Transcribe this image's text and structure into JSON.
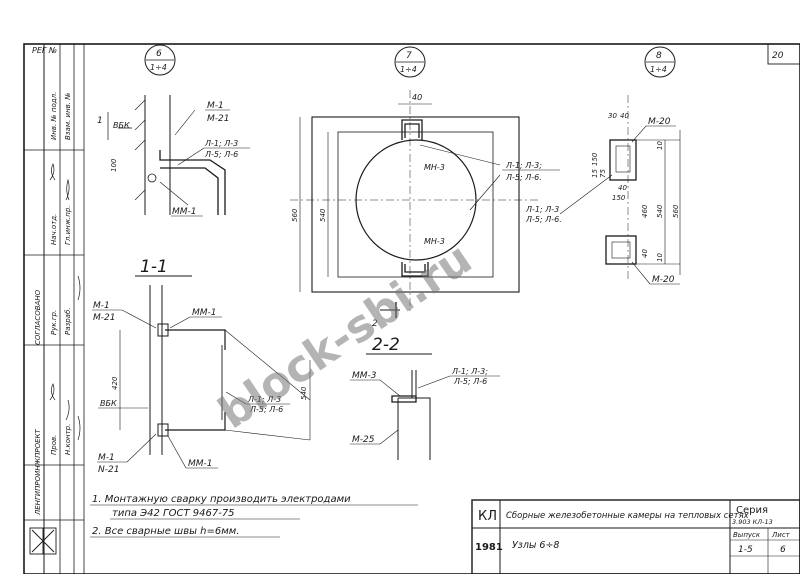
{
  "reg": "РЕГ №",
  "page_num": "20",
  "callouts": {
    "c6": {
      "num": "6",
      "scale": "1÷4"
    },
    "c7": {
      "num": "7",
      "scale": "1÷4"
    },
    "c8": {
      "num": "8",
      "scale": "1÷4"
    }
  },
  "sections": {
    "s11": "1-1",
    "s22": "2-2"
  },
  "labels6": {
    "m1": "М-1",
    "m21": "М-21",
    "l1l3": "Л-1; Л-3",
    "l5l6": "Л-5; Л-6",
    "vbk": "ВБК",
    "mm1": "ММ-1",
    "cut": "1",
    "dim100": "100"
  },
  "labels7": {
    "top40": "40",
    "mn3a": "МН-3",
    "mn3b": "МН-3",
    "l13": "Л-1; Л-3;",
    "l56": "Л-5; Л-6.",
    "d560": "560",
    "d540": "540",
    "cut": "2"
  },
  "labels8": {
    "m20a": "М-20",
    "m20b": "М-20",
    "d30": "30",
    "d40a": "40",
    "d150a": "150",
    "d75": "75",
    "d15": "15",
    "d40b": "40",
    "d150b": "150",
    "l1l3": "Л-1; Л-3",
    "l5l6": "Л-5; Л-6.",
    "d460": "460",
    "d540": "540",
    "d560": "560",
    "d10a": "10",
    "d10b": "10",
    "d40c": "40"
  },
  "labels11": {
    "m1a": "М-1",
    "m21a": "М-21",
    "mm1a": "ММ-1",
    "vbk": "ВБК",
    "d420": "420",
    "m1b": "М-1",
    "n21": "N-21",
    "mm1b": "ММ-1",
    "l13": "Л-1; Л-3",
    "l56": "Л-5; Л-6",
    "d540": "540"
  },
  "labels22": {
    "mm3": "ММ-3",
    "l13": "Л-1; Л-3;",
    "l56": "Л-5; Л-6",
    "m25": "М-25"
  },
  "notes": [
    "1. Монтажную сварку производить электродами",
    "типа Э42  ГОСТ 9467-75",
    "2. Все сварные швы h=6мм."
  ],
  "title_block": {
    "code": "КЛ",
    "year": "1981",
    "title": "Сборные железобетонные камеры на тепловых сетях",
    "subtitle": "Узлы 6÷8",
    "series_label": "Серия",
    "series_value": "3.903 КЛ-13",
    "issue_label": "Выпуск",
    "issue_value": "1-5",
    "sheet_label": "Лист",
    "sheet_value": "6"
  },
  "side_stamp": {
    "org": "ЛЕНГИПРОИНЖПРОЕКТ",
    "agreed": "СОГЛАСОВАНО",
    "staff": [
      "Нач.отд.",
      "Гл.инж.пр.",
      "Рук.гр.",
      "Разраб.",
      "Пров.",
      "Н.контр."
    ],
    "inv": "Инв. № подл.",
    "replaced": "Взам. инв. №"
  },
  "watermark": "block-sbi.ru"
}
